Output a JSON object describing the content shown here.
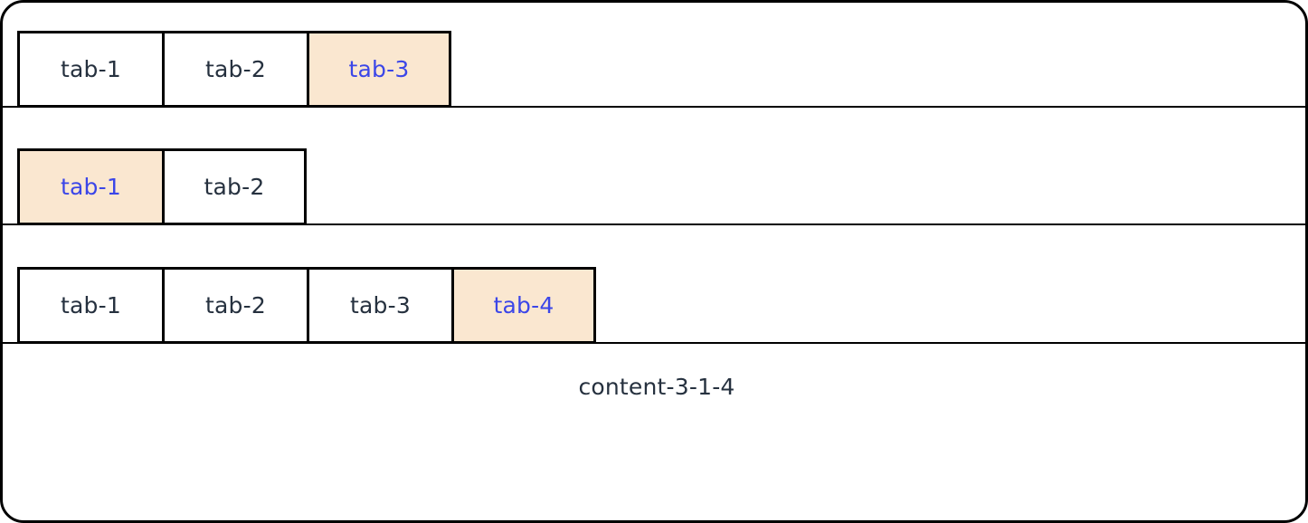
{
  "colors": {
    "active_tab_background": "#fae7d0",
    "active_tab_text": "#3b46e8",
    "inactive_tab_text": "#26313f",
    "border": "#000000",
    "page_background": "#ffffff"
  },
  "tab_rows": [
    {
      "name": "outer-tabs",
      "active_index": 2,
      "tabs": [
        {
          "label": "tab-1",
          "active": false
        },
        {
          "label": "tab-2",
          "active": false
        },
        {
          "label": "tab-3",
          "active": true
        }
      ]
    },
    {
      "name": "middle-tabs",
      "active_index": 0,
      "tabs": [
        {
          "label": "tab-1",
          "active": true
        },
        {
          "label": "tab-2",
          "active": false
        }
      ]
    },
    {
      "name": "inner-tabs",
      "active_index": 3,
      "tabs": [
        {
          "label": "tab-1",
          "active": false
        },
        {
          "label": "tab-2",
          "active": false
        },
        {
          "label": "tab-3",
          "active": false
        },
        {
          "label": "tab-4",
          "active": true
        }
      ]
    }
  ],
  "panel": {
    "text": "content-3-1-4"
  }
}
